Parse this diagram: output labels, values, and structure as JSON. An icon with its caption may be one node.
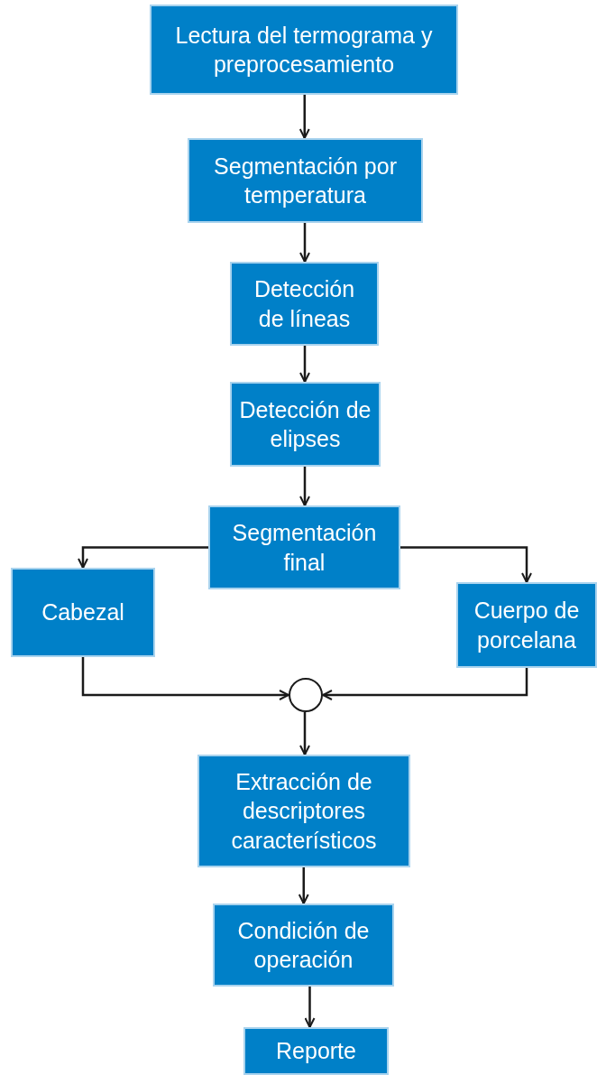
{
  "diagram": {
    "nodes": [
      {
        "text": [
          "Lectura del termograma y preprocesamiento"
        ]
      },
      {
        "text": [
          "Segmentación por temperatura"
        ]
      },
      {
        "text": [
          "Detección de líneas"
        ]
      },
      {
        "text": [
          "Detección de elipses"
        ]
      },
      {
        "text": [
          "Segmentación final"
        ]
      },
      {
        "text": [
          "Cabezal"
        ]
      },
      {
        "text": [
          "Cuerpo de porcelana"
        ]
      },
      {
        "text": [],
        "shape": "circle"
      },
      {
        "text": [
          "Extracción de descriptores característicos"
        ]
      },
      {
        "text": [
          "Condición de operación"
        ]
      },
      {
        "text": [
          "Reporte"
        ]
      }
    ],
    "edges": [
      {
        "from": 0,
        "to": 1,
        "arrow": "to"
      },
      {
        "from": 1,
        "to": 2,
        "arrow": "to"
      },
      {
        "from": 2,
        "to": 3,
        "arrow": "to"
      },
      {
        "from": 3,
        "to": 4,
        "arrow": "to"
      },
      {
        "from": 4,
        "to": 5,
        "arrow": "to"
      },
      {
        "from": 4,
        "to": 6,
        "arrow": "to"
      },
      {
        "from": 5,
        "to": 7,
        "arrow": "to"
      },
      {
        "from": 6,
        "to": 7,
        "arrow": "to"
      },
      {
        "from": 7,
        "to": 8,
        "arrow": "to"
      },
      {
        "from": 8,
        "to": 9,
        "arrow": "to"
      },
      {
        "from": 9,
        "to": 10,
        "arrow": "to"
      }
    ]
  }
}
